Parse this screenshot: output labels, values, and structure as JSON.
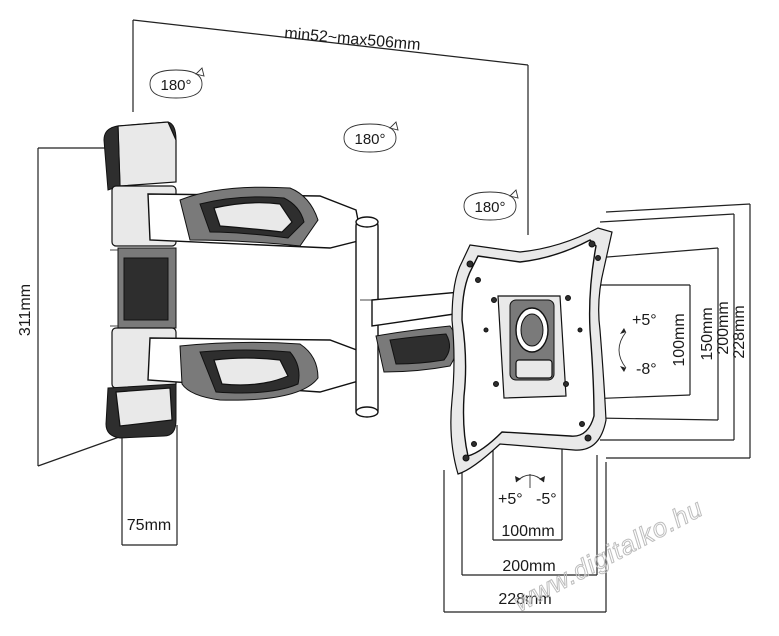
{
  "dimensions": {
    "arm_extension": "min52~max506mm",
    "height": "311mm",
    "depth": "75mm",
    "vesa_v_100": "100mm",
    "vesa_v_150": "150mm",
    "vesa_v_200": "200mm",
    "vesa_v_228": "228mm",
    "vesa_h_100": "100mm",
    "vesa_h_200": "200mm",
    "vesa_h_228": "228mm"
  },
  "rotations": {
    "wall_swivel": "180°",
    "arm_swivel": "180°",
    "plate_swivel": "180°"
  },
  "tilt": {
    "up": "+5°",
    "down": "-8°"
  },
  "roll": {
    "left": "+5°",
    "right": "-5°"
  },
  "watermark": "www.digitalko.hu"
}
